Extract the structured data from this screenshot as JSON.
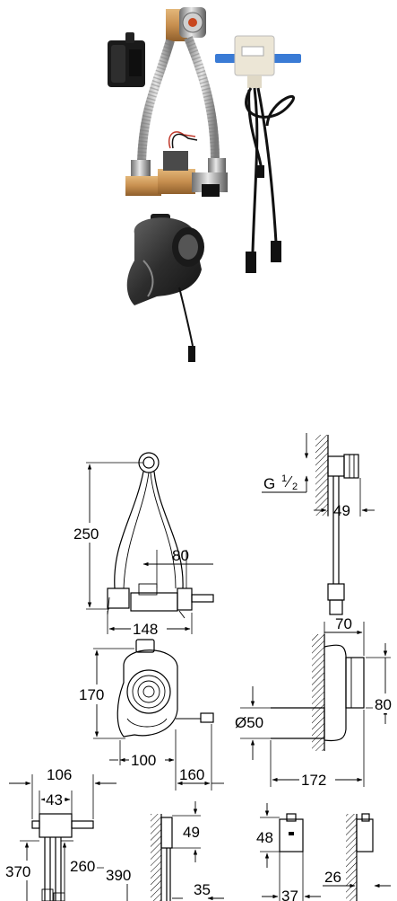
{
  "photos": {
    "items": [
      {
        "name": "battery-box"
      },
      {
        "name": "flush-valve-assembly"
      },
      {
        "name": "power-supply-unit"
      },
      {
        "name": "siphon-trap"
      }
    ]
  },
  "drawings": {
    "valve_height": "250",
    "valve_spacing": "80",
    "valve_width": "148",
    "connection_thread_prefix": "G",
    "connection_thread_num": "1",
    "connection_thread_den": "2",
    "connection_offset": "49",
    "siphon_outlet_offset": "70",
    "siphon_outlet_height": "80",
    "siphon_diameter": "Ø50",
    "siphon_length": "172",
    "siphon_height": "170",
    "siphon_width": "100",
    "siphon_cable": "160",
    "connector_width": "106",
    "connector_inner": "43",
    "connector_depth_a": "370",
    "connector_depth_b": "260",
    "connector_depth_c": "390",
    "wall_box_height": "49",
    "wall_box_depth": "35",
    "battery_height": "48",
    "battery_width": "37",
    "battery_depth": "26"
  }
}
